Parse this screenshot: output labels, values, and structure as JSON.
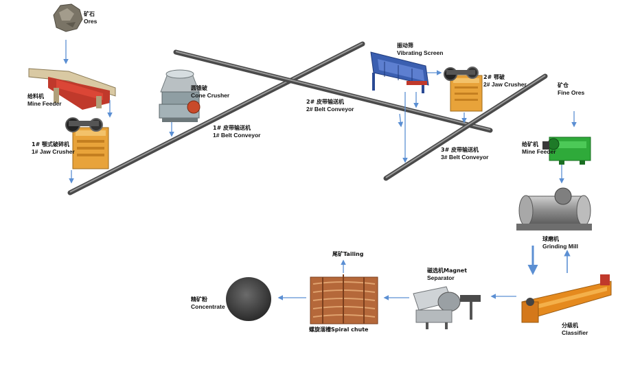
{
  "colors": {
    "arrow": "#5b8fd3",
    "conveyor": "#6b6b6b",
    "crusher_orange": "#e8a33a",
    "feeder_green": "#2faa3a",
    "mill_gray": "#9a9a9a",
    "classifier_orange": "#e58a1e",
    "screen_blue": "#3b5fb0",
    "spiral_brown": "#b5683a",
    "separator_gray": "#bdbdbd",
    "ore_gray": "#7a7466",
    "concentrate": "#3e3e3e"
  },
  "nodes": {
    "ores": {
      "zh": "矿石",
      "en": "Ores",
      "icon": "ore-rock-icon"
    },
    "mine_feeder_1": {
      "zh": "给料机",
      "en": "Mine Feeder",
      "icon": "vibrating-feeder-icon"
    },
    "jaw_crusher_1": {
      "zh": "1# 颚式破碎机",
      "en": "1# Jaw Crusher",
      "icon": "jaw-crusher-icon"
    },
    "cone_crusher": {
      "zh": "圆锥破",
      "en": "Cone Crusher",
      "icon": "cone-crusher-icon"
    },
    "belt_conveyor_1": {
      "zh": "1# 皮带输送机",
      "en": "1# Belt Conveyor"
    },
    "belt_conveyor_2": {
      "zh": "2# 皮带输送机",
      "en": "2# Belt Conveyor"
    },
    "vibrating_screen": {
      "zh": "振动筛",
      "en": "Vibrating Screen",
      "icon": "vibrating-screen-icon"
    },
    "jaw_crusher_2": {
      "zh": "2# 鄂破",
      "en": "2# Jaw Crusher",
      "icon": "jaw-crusher-icon"
    },
    "belt_conveyor_3": {
      "zh": "3# 皮带输送机",
      "en": "3# Belt Conveyor"
    },
    "fine_ores": {
      "zh": "矿仓",
      "en": "Fine Ores"
    },
    "mine_feeder_2": {
      "zh": "给矿机",
      "en": "Mine Feeder",
      "icon": "green-feeder-icon"
    },
    "grinding_mill": {
      "zh": "球磨机",
      "en": "Grinding Mill",
      "icon": "ball-mill-icon"
    },
    "classifier": {
      "zh": "分级机",
      "en": "Classifier",
      "icon": "spiral-classifier-icon"
    },
    "magnet_separator": {
      "zh": "磁选机Magnet",
      "en": "Separator",
      "icon": "magnetic-separator-icon"
    },
    "tailing": {
      "zh": "尾矿Tailing"
    },
    "spiral_chute": {
      "zh": "螺旋溜槽Spiral chute",
      "icon": "spiral-chute-icon"
    },
    "concentrate": {
      "zh": "精矿粉",
      "en": "Concentrate",
      "icon": "concentrate-powder-icon"
    }
  }
}
